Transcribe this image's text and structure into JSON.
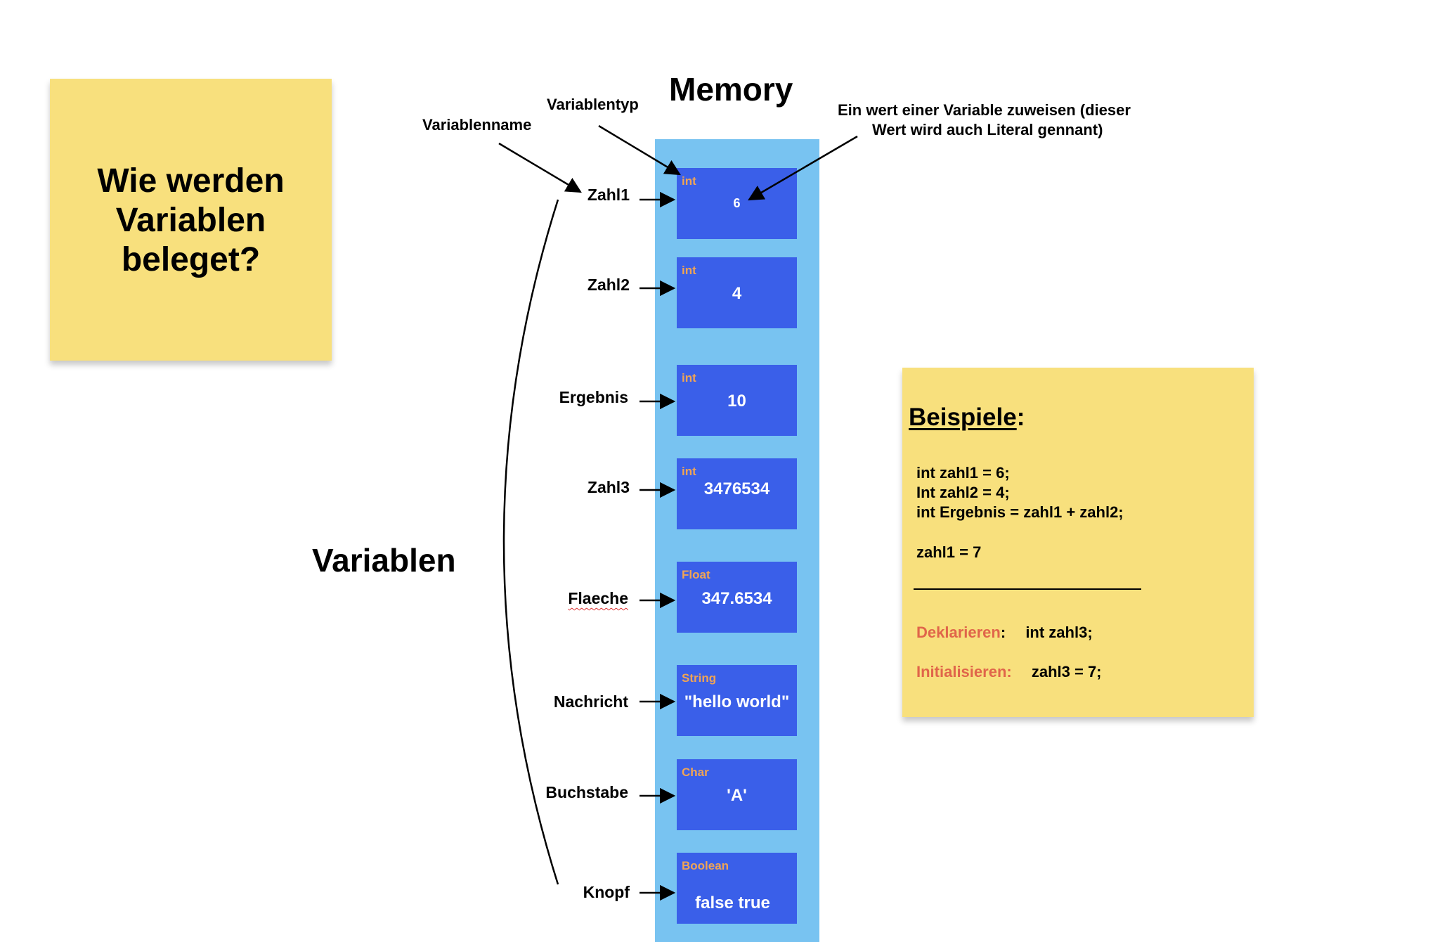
{
  "question_note": {
    "lines": [
      "Wie werden",
      "Variablen",
      "beleget?"
    ]
  },
  "title": "Memory",
  "annotations": {
    "variablentyp": "Variablentyp",
    "variablenname": "Variablenname",
    "literal_line1": "Ein wert einer Variable zuweisen (dieser",
    "literal_line2": "Wert wird auch Literal gennant)",
    "group_label": "Variablen"
  },
  "variables": [
    {
      "name": "Zahl1",
      "type": "int",
      "value": "6"
    },
    {
      "name": "Zahl2",
      "type": "int",
      "value": "4"
    },
    {
      "name": "Ergebnis",
      "type": "int",
      "value": "10"
    },
    {
      "name": "Zahl3",
      "type": "int",
      "value": "3476534"
    },
    {
      "name": "Flaeche",
      "type": "Float",
      "value": "347.6534"
    },
    {
      "name": "Nachricht",
      "type": "String",
      "value": "\"hello world\""
    },
    {
      "name": "Buchstabe",
      "type": "Char",
      "value": "'A'"
    },
    {
      "name": "Knopf",
      "type": "Boolean",
      "value": "false true"
    }
  ],
  "examples": {
    "heading": "Beispiele",
    "colon": ":",
    "code": [
      "int zahl1 = 6;",
      "Int zahl2 = 4;",
      "int Ergebnis =  zahl1 + zahl2;",
      "zahl1 = 7"
    ],
    "declare_label": "Deklarieren",
    "declare_colon": ":",
    "declare_code": "int zahl3;",
    "init_label": "Initialisieren:",
    "init_code": "zahl3 = 7;"
  },
  "colors": {
    "sticky": "#f8e07d",
    "memory_column": "#78c3f1",
    "memory_cell": "#3a5fe9",
    "type_label": "#f0a455",
    "accent": "#e0654a"
  }
}
